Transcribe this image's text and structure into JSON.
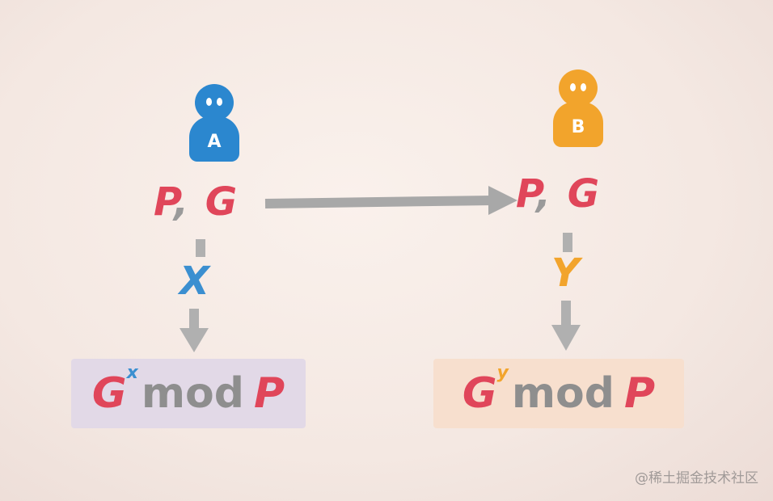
{
  "parties": [
    {
      "label": "A",
      "color": "#2b87cf"
    },
    {
      "label": "B",
      "color": "#f2a42c"
    }
  ],
  "left": {
    "public": {
      "p": "P",
      "sep": ",",
      "g": "G"
    },
    "secret": "X",
    "result": {
      "base": "G",
      "exp": "x",
      "mod": "mod",
      "p": "P"
    }
  },
  "right": {
    "public": {
      "p": "P",
      "sep": ",",
      "g": "G"
    },
    "secret": "Y",
    "result": {
      "base": "G",
      "exp": "y",
      "mod": "mod",
      "p": "P"
    }
  },
  "watermark": "@稀土掘金技术社区",
  "colors": {
    "red": "#e0465a",
    "gray": "#9a9a9a",
    "blue": "#3b8fd0",
    "orange": "#f2a42c"
  }
}
